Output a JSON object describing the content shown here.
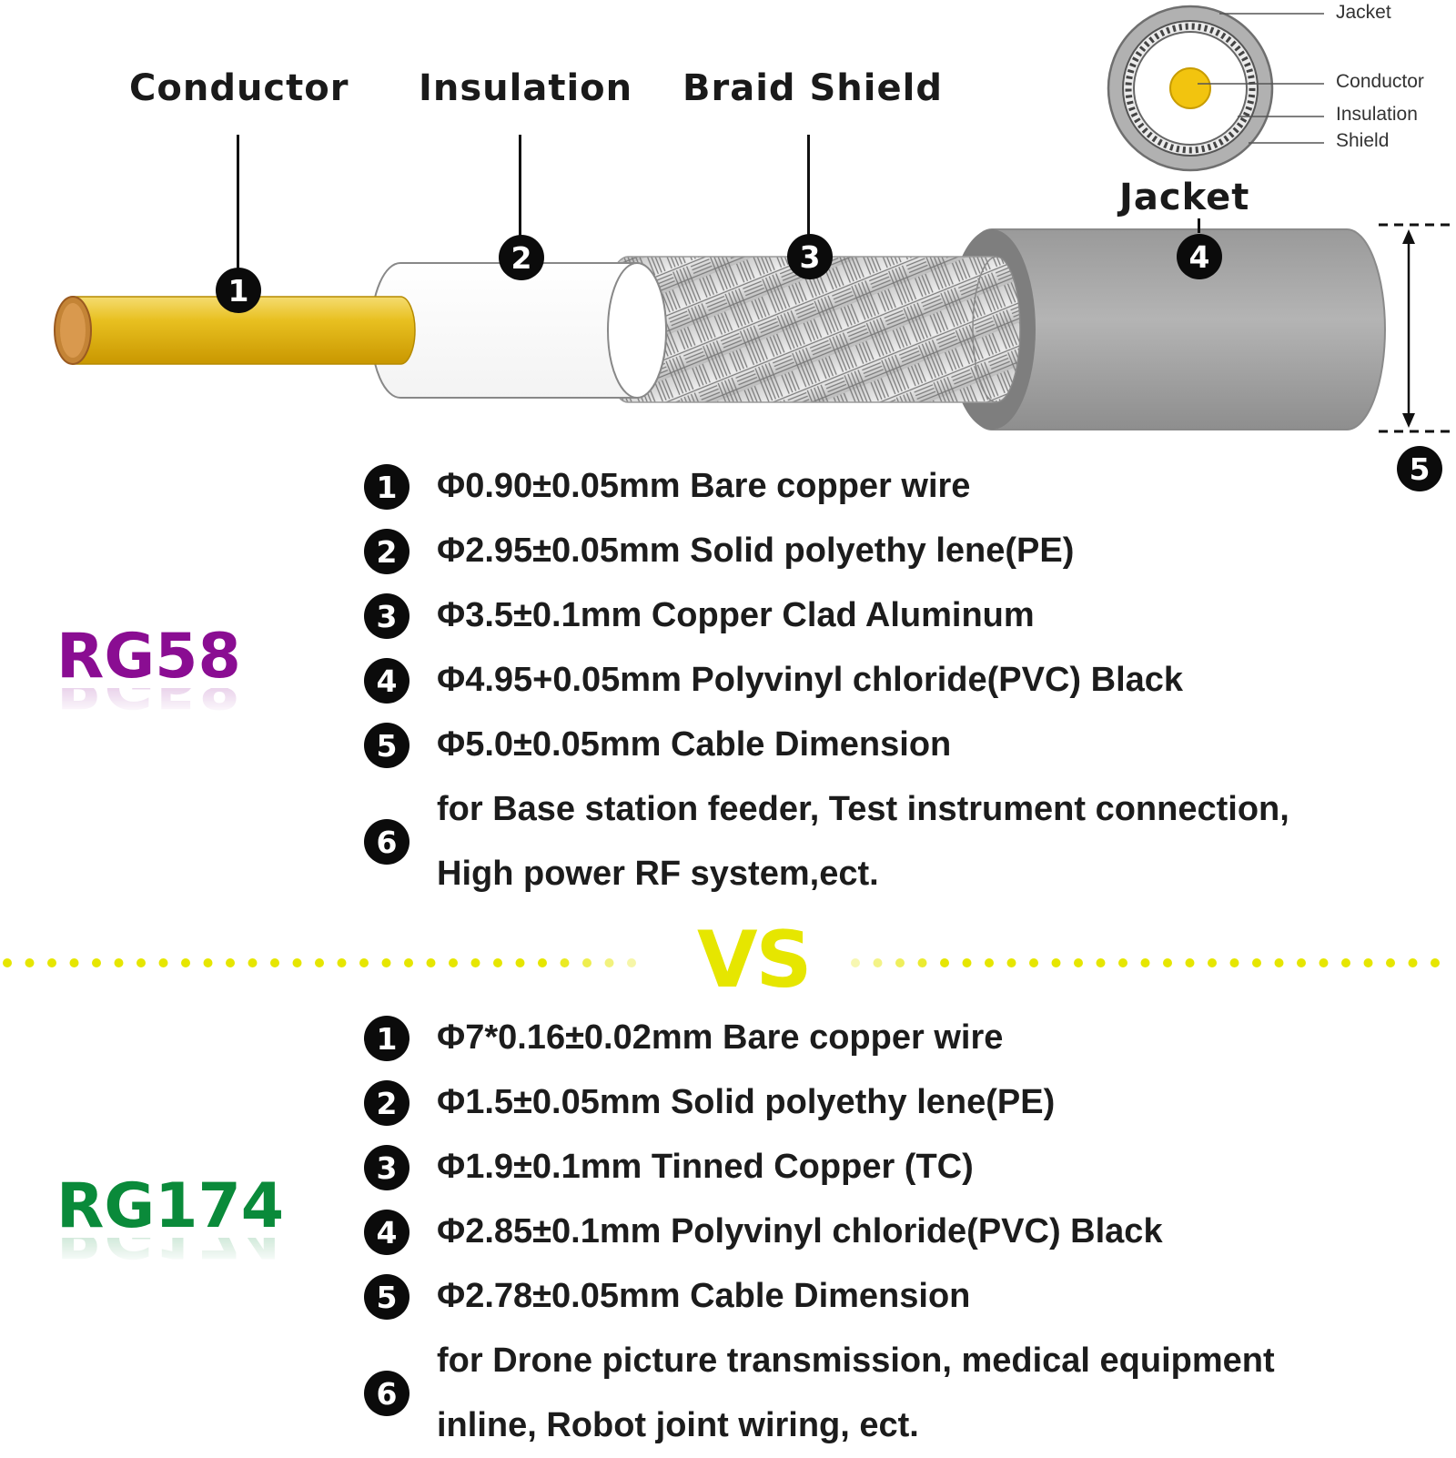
{
  "diagram": {
    "part_labels": {
      "conductor": "Conductor",
      "insulation": "Insulation",
      "braid_shield": "Braid Shield",
      "jacket": "Jacket"
    },
    "badges": [
      "1",
      "2",
      "3",
      "4",
      "5",
      "6"
    ],
    "cross_section": {
      "jacket": "Jacket",
      "conductor": "Conductor",
      "insulation": "Insulation",
      "shield": "Shield"
    },
    "colors": {
      "conductor": "#e0b000",
      "jacket": "#9e9e9e",
      "rg58": "#8a0d92",
      "rg174": "#0a8a3a",
      "vs": "#e6e600",
      "dots": "#e6e600"
    }
  },
  "vs_label": "VS",
  "rg58": {
    "model": "RG58",
    "specs": [
      "Φ0.90±0.05mm Bare copper wire",
      "Φ2.95±0.05mm Solid polyethy lene(PE)",
      "Φ3.5±0.1mm Copper Clad Aluminum",
      "Φ4.95+0.05mm Polyvinyl chloride(PVC) Black",
      "Φ5.0±0.05mm Cable Dimension"
    ],
    "application_lines": [
      "for Base station feeder, Test instrument connection,",
      "High power RF system,ect."
    ]
  },
  "rg174": {
    "model": "RG174",
    "specs": [
      "Φ7*0.16±0.02mm Bare copper wire",
      "Φ1.5±0.05mm Solid polyethy lene(PE)",
      "Φ1.9±0.1mm Tinned Copper (TC)",
      "Φ2.85±0.1mm Polyvinyl chloride(PVC) Black",
      "Φ2.78±0.05mm Cable Dimension"
    ],
    "application_lines": [
      "for Drone picture transmission, medical equipment",
      "inline, Robot joint wiring, ect."
    ]
  }
}
